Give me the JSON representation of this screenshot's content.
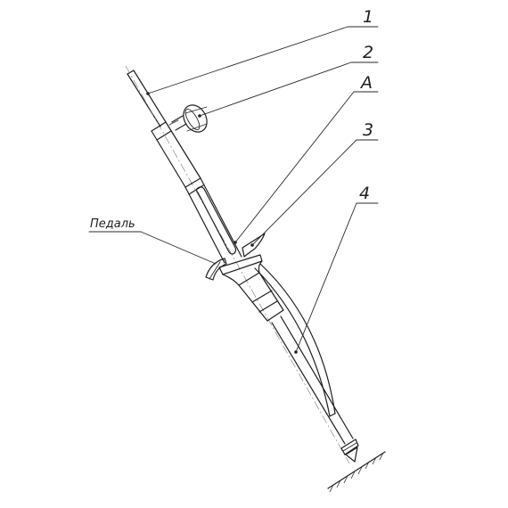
{
  "diagram": {
    "callouts": [
      {
        "id": "1",
        "label": "1"
      },
      {
        "id": "2",
        "label": "2"
      },
      {
        "id": "A",
        "label": "A"
      },
      {
        "id": "3",
        "label": "3"
      },
      {
        "id": "4",
        "label": "4"
      }
    ],
    "pedal_label": "Педаль",
    "ink_color": "#1e1e1e"
  }
}
